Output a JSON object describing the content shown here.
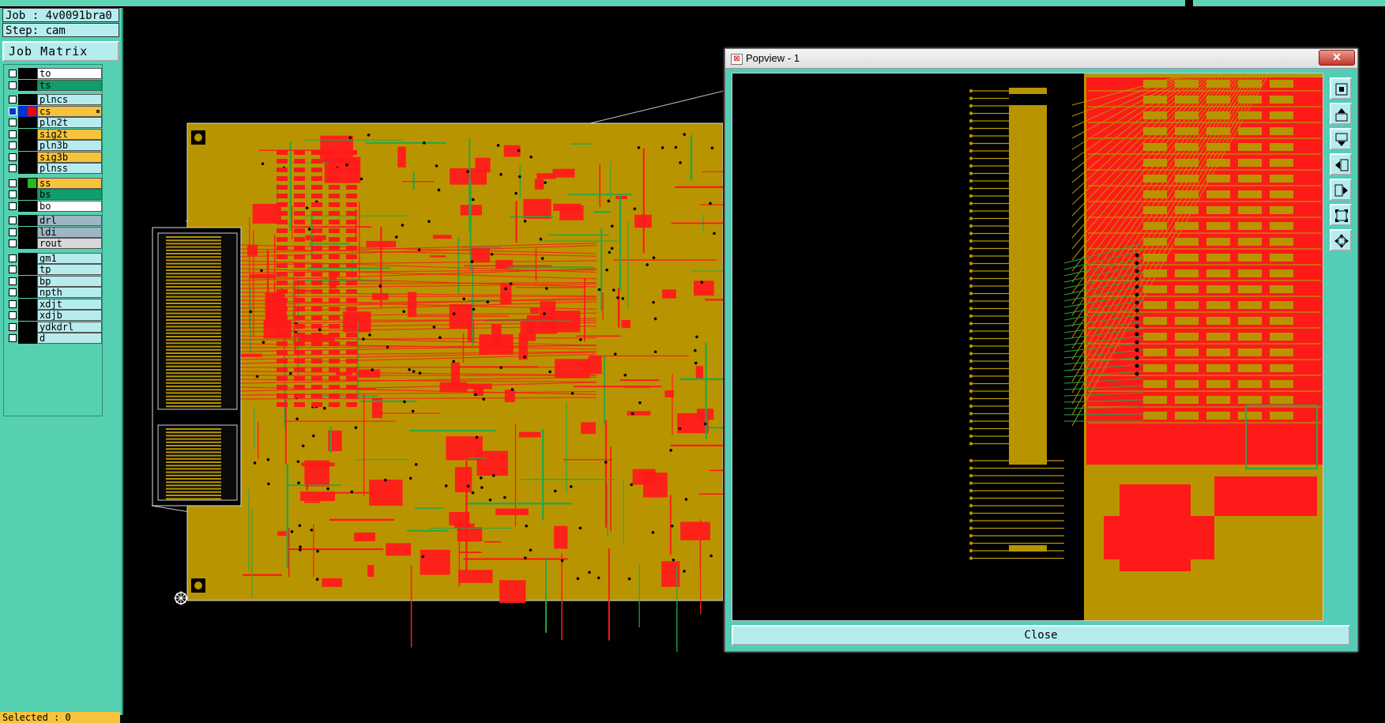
{
  "job": {
    "label": "Job : 4v0091bra0",
    "step": "Step: cam"
  },
  "matrix_button": "Job Matrix ...",
  "layers": [
    {
      "name": "to",
      "color": "#ffffff",
      "swatch": "#000000",
      "group": 0,
      "active": false
    },
    {
      "name": "ts",
      "color": "#0f9e6a",
      "swatch": "#000000",
      "group": 0,
      "active": false
    },
    {
      "name": "plncs",
      "color": "#b7ecef",
      "swatch": "#000000",
      "group": 1,
      "active": false
    },
    {
      "name": "cs",
      "color": "#f5c33c",
      "swatch": "#ff0000",
      "group": 1,
      "active": true
    },
    {
      "name": "pln2t",
      "color": "#b7ecef",
      "swatch": "#000000",
      "group": 1,
      "active": false
    },
    {
      "name": "sig2t",
      "color": "#f5c33c",
      "swatch": "#000000",
      "group": 1,
      "active": false
    },
    {
      "name": "pln3b",
      "color": "#b7ecef",
      "swatch": "#000000",
      "group": 1,
      "active": false
    },
    {
      "name": "sig3b",
      "color": "#f5c33c",
      "swatch": "#000000",
      "group": 1,
      "active": false
    },
    {
      "name": "plnss",
      "color": "#b7ecef",
      "swatch": "#000000",
      "group": 1,
      "active": false
    },
    {
      "name": "ss",
      "color": "#f5c33c",
      "swatch": "#22bb22",
      "group": 2,
      "active": false
    },
    {
      "name": "bs",
      "color": "#0f9e6a",
      "swatch": "#000000",
      "group": 2,
      "active": false
    },
    {
      "name": "bo",
      "color": "#ffffff",
      "swatch": "#000000",
      "group": 2,
      "active": false
    },
    {
      "name": "drl",
      "color": "#9fb5c2",
      "swatch": "#000000",
      "group": 3,
      "active": false
    },
    {
      "name": "ldi",
      "color": "#9fb5c2",
      "swatch": "#000000",
      "group": 3,
      "active": false
    },
    {
      "name": "rout",
      "color": "#d8d8d8",
      "swatch": "#000000",
      "group": 3,
      "active": false
    },
    {
      "name": "gm1",
      "color": "#b7ecef",
      "swatch": "#000000",
      "group": 4,
      "active": false
    },
    {
      "name": "tp",
      "color": "#b7ecef",
      "swatch": "#000000",
      "group": 4,
      "active": false
    },
    {
      "name": "bp",
      "color": "#b7ecef",
      "swatch": "#000000",
      "group": 4,
      "active": false
    },
    {
      "name": "npth",
      "color": "#b7ecef",
      "swatch": "#000000",
      "group": 4,
      "active": false
    },
    {
      "name": "xdjt",
      "color": "#b7ecef",
      "swatch": "#000000",
      "group": 4,
      "active": false
    },
    {
      "name": "xdjb",
      "color": "#b7ecef",
      "swatch": "#000000",
      "group": 4,
      "active": false
    },
    {
      "name": "ydkdrl",
      "color": "#b7ecef",
      "swatch": "#000000",
      "group": 4,
      "active": false
    },
    {
      "name": "d",
      "color": "#b7ecef",
      "swatch": "#000000",
      "group": 4,
      "active": false
    }
  ],
  "status": "Selected : 0",
  "popview": {
    "title": "Popview - 1",
    "close_x": "✕",
    "close_label": "Close",
    "tools": [
      "zoom-fit-icon",
      "pan-up-icon",
      "pan-down-icon",
      "pan-left-icon",
      "pan-right-icon",
      "zoom-out-icon",
      "zoom-in-icon"
    ]
  },
  "colors": {
    "board": "#b89500",
    "copper": "#ff1a1a",
    "trace_green": "#27a645",
    "panel": "#55d1b2",
    "field": "#b7ecef"
  }
}
